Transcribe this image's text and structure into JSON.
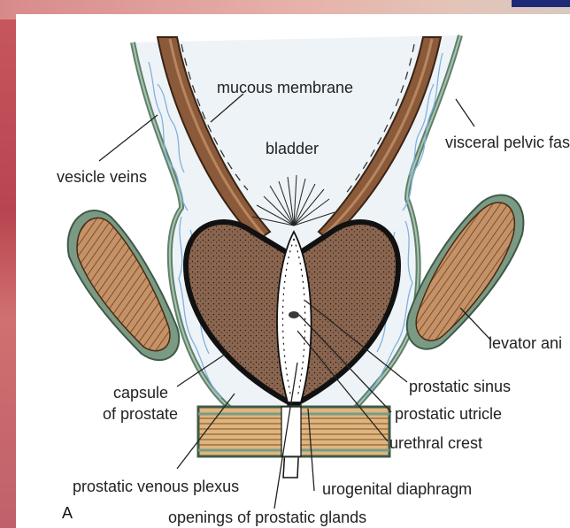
{
  "figure": {
    "panel_letter": "A",
    "labels": {
      "mucous_membrane": "mucous membrane",
      "bladder": "bladder",
      "visceral_pelvic_fascia": "visceral pelvic fas",
      "vesicle_veins": "vesicle veins",
      "levator_ani": "levator ani",
      "prostatic_sinus": "prostatic sinus",
      "prostatic_utricle": "prostatic utricle",
      "urethral_crest": "urethral crest",
      "capsule_line1": "capsule",
      "capsule_line2": "of prostate",
      "prostatic_venous_plexus": "prostatic venous plexus",
      "urogenital_diaphragm": "urogenital diaphragm",
      "openings_of_prostatic_glands": "openings of prostatic glands"
    }
  },
  "colors": {
    "muscle_brown": "#8a5a3a",
    "fascia_green": "#7a9a84",
    "prostate_brown": "#86624a",
    "vein_blue": "#7fb2e0",
    "diaphragm_tan": "#d9b07a",
    "background_red": "#c0535a"
  }
}
